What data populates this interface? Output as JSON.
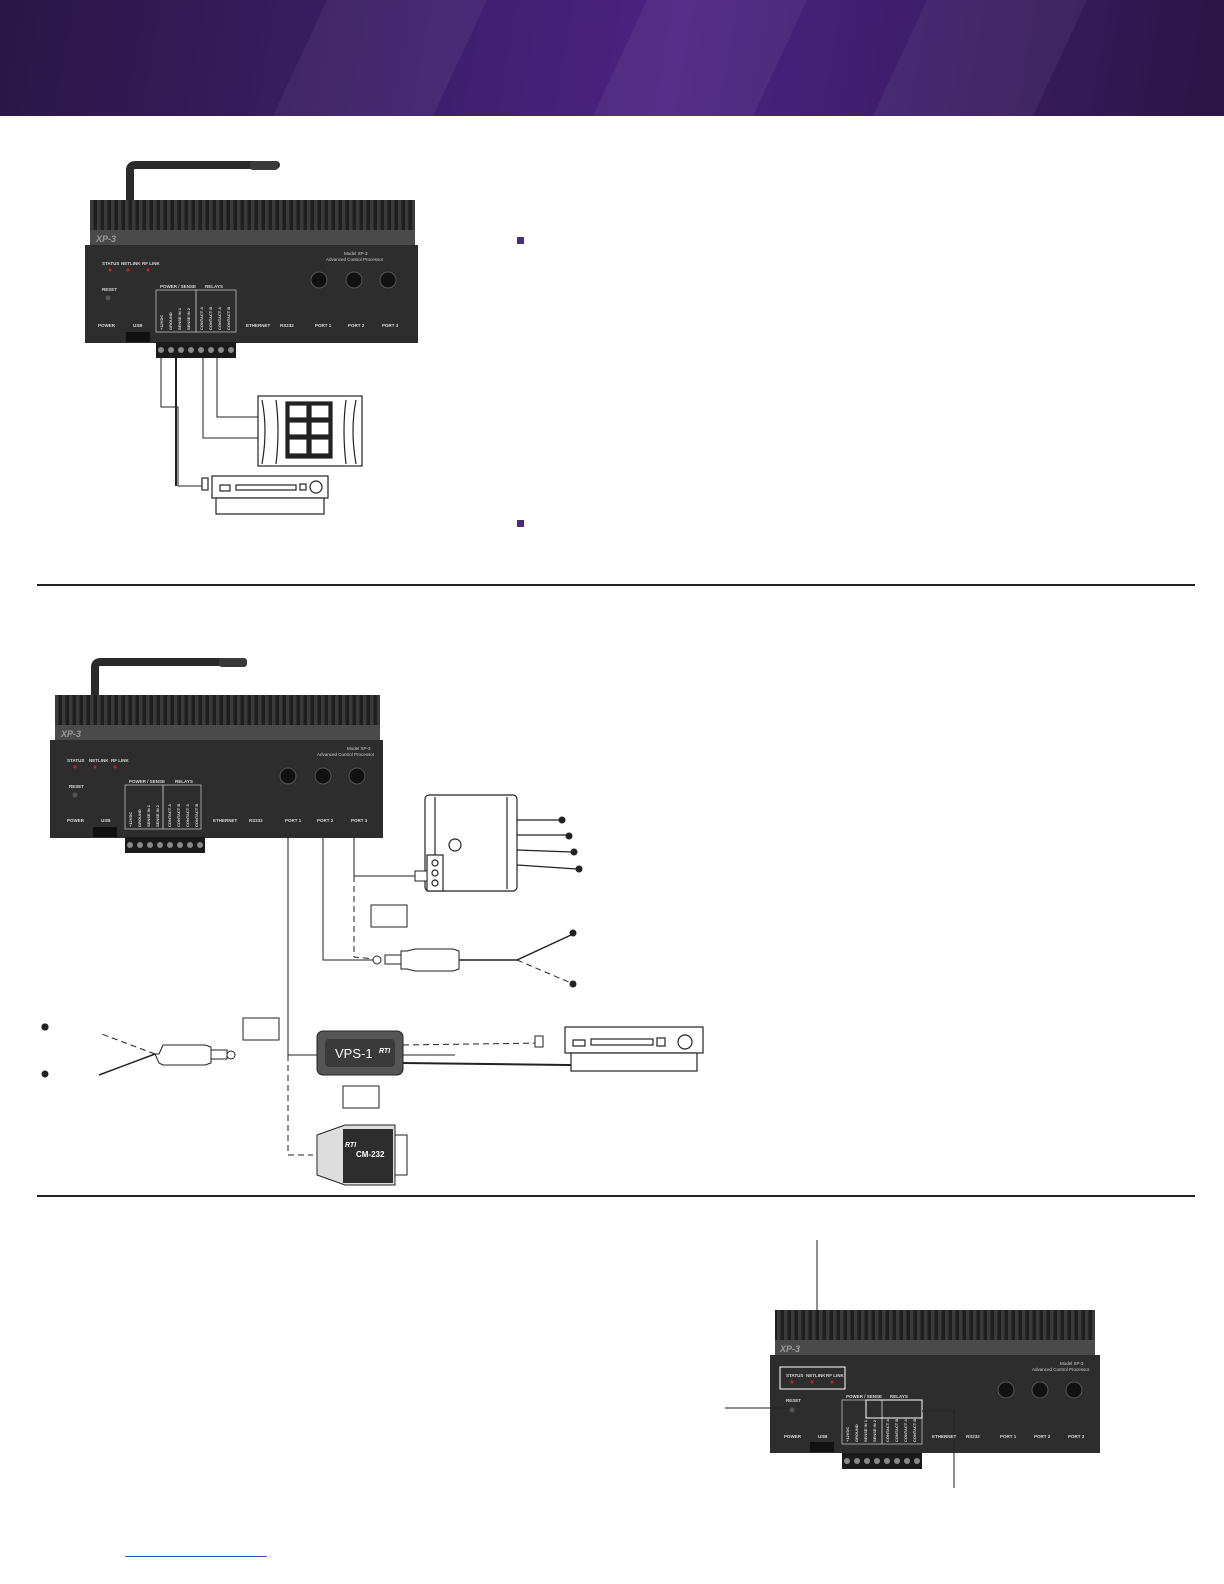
{
  "device": {
    "model": "XP-3",
    "model_label": "Model XP-3",
    "subtitle": "Advanced Control Processor",
    "led_labels": [
      "STATUS",
      "NETLINK",
      "RF LINK"
    ],
    "reset": "RESET",
    "group_power_sense": "POWER / SENSE",
    "group_relays": "RELAYS",
    "terminals": [
      "+12VDC",
      "GROUND",
      "SENSE IN 1",
      "SENSE IN 2",
      "CONTACT A",
      "CONTACT B",
      "CONTACT A",
      "CONTACT B"
    ],
    "bottom_labels": [
      "POWER",
      "USB",
      "ETHERNET",
      "RS232",
      "PORT 1",
      "PORT 2",
      "PORT 3"
    ]
  },
  "accessories": {
    "vps": "VPS-1",
    "cm": "CM-232",
    "rti": "RTI"
  },
  "colors": {
    "banner": "#3b1d66",
    "bullet": "#4a2a7a",
    "device_body": "#2b2b2b",
    "led": "#cc2222"
  }
}
